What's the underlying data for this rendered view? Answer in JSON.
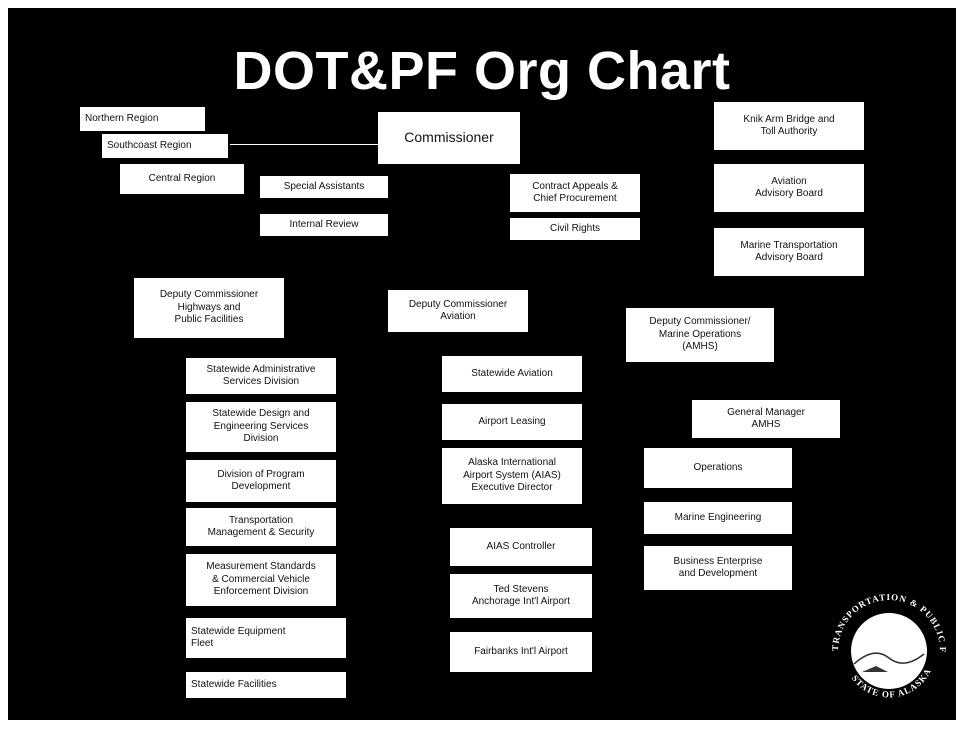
{
  "title": "DOT&PF Org Chart",
  "boxes": {
    "northern_region": "Northern Region",
    "southcoast_region": "Southcoast Region",
    "central_region": "Central Region",
    "commissioner": "Commissioner",
    "special_assistants": "Special Assistants",
    "internal_review": "Internal Review",
    "contract_appeals": "Contract Appeals &\nChief Procurement",
    "civil_rights": "Civil Rights",
    "knik_arm": "Knik Arm Bridge and\nToll Authority",
    "aviation_advisory": "Aviation\nAdvisory Board",
    "marine_advisory": "Marine Transportation\nAdvisory Board",
    "deputy_highways": "Deputy Commissioner\nHighways and\nPublic Facilities",
    "deputy_aviation": "Deputy Commissioner\nAviation",
    "deputy_marine": "Deputy Commissioner/\nMarine Operations\n(AMHS)",
    "statewide_admin": "Statewide Administrative\nServices Division",
    "statewide_design": "Statewide Design and\nEngineering Services\nDivision",
    "program_dev": "Division of Program\nDevelopment",
    "transport_mgmt": "Transportation\nManagement & Security",
    "measurement_standards": "Measurement Standards\n& Commercial Vehicle\nEnforcement Division",
    "equipment_fleet": "Statewide Equipment\nFleet",
    "statewide_facilities": "Statewide Facilities",
    "statewide_aviation": "Statewide Aviation",
    "airport_leasing": "Airport Leasing",
    "aias_exec": "Alaska International\nAirport System (AIAS)\nExecutive Director",
    "aias_controller": "AIAS Controller",
    "ted_stevens": "Ted Stevens\nAnchorage Int'l Airport",
    "fairbanks": "Fairbanks Int'l Airport",
    "general_manager": "General Manager\nAMHS",
    "operations": "Operations",
    "marine_engineering": "Marine Engineering",
    "business_enterprise": "Business Enterprise\nand Development"
  },
  "seal": {
    "top_text": "TRANSPORTATION & PUBLIC FACILITIES",
    "bottom_text": "STATE OF ALASKA"
  },
  "colors": {
    "background": "#000000",
    "box": "#ffffff",
    "text": "#111111"
  }
}
